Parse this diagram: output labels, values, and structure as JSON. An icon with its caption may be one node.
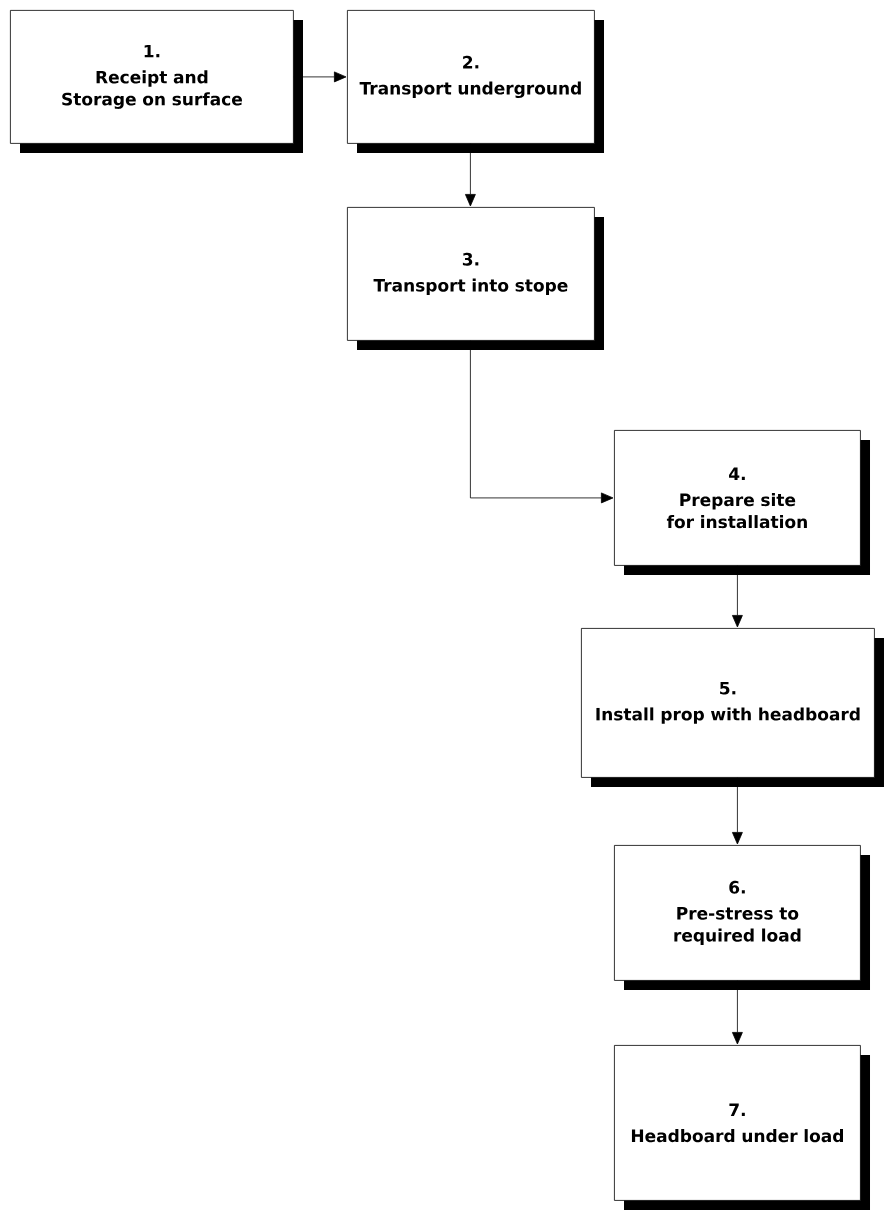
{
  "diagram": {
    "nodes": [
      {
        "text": [
          "1.",
          "Receipt and Storage on surface"
        ]
      },
      {
        "text": [
          "2.",
          "Transport underground"
        ]
      },
      {
        "text": [
          "3.",
          "Transport into stope"
        ]
      },
      {
        "text": [
          "4.",
          "Prepare site for installation"
        ]
      },
      {
        "text": [
          "5.",
          "Install prop with headboard"
        ]
      },
      {
        "text": [
          "6.",
          "Pre-stress to required load"
        ]
      },
      {
        "text": [
          "7.",
          "Headboard under load"
        ]
      }
    ],
    "edges": [
      {
        "from": 0,
        "to": 1,
        "arrow": "to"
      },
      {
        "from": 1,
        "to": 2,
        "arrow": "to"
      },
      {
        "from": 2,
        "to": 3,
        "arrow": "to"
      },
      {
        "from": 3,
        "to": 4,
        "arrow": "to"
      },
      {
        "from": 4,
        "to": 5,
        "arrow": "to"
      },
      {
        "from": 5,
        "to": 6,
        "arrow": "to"
      }
    ]
  }
}
